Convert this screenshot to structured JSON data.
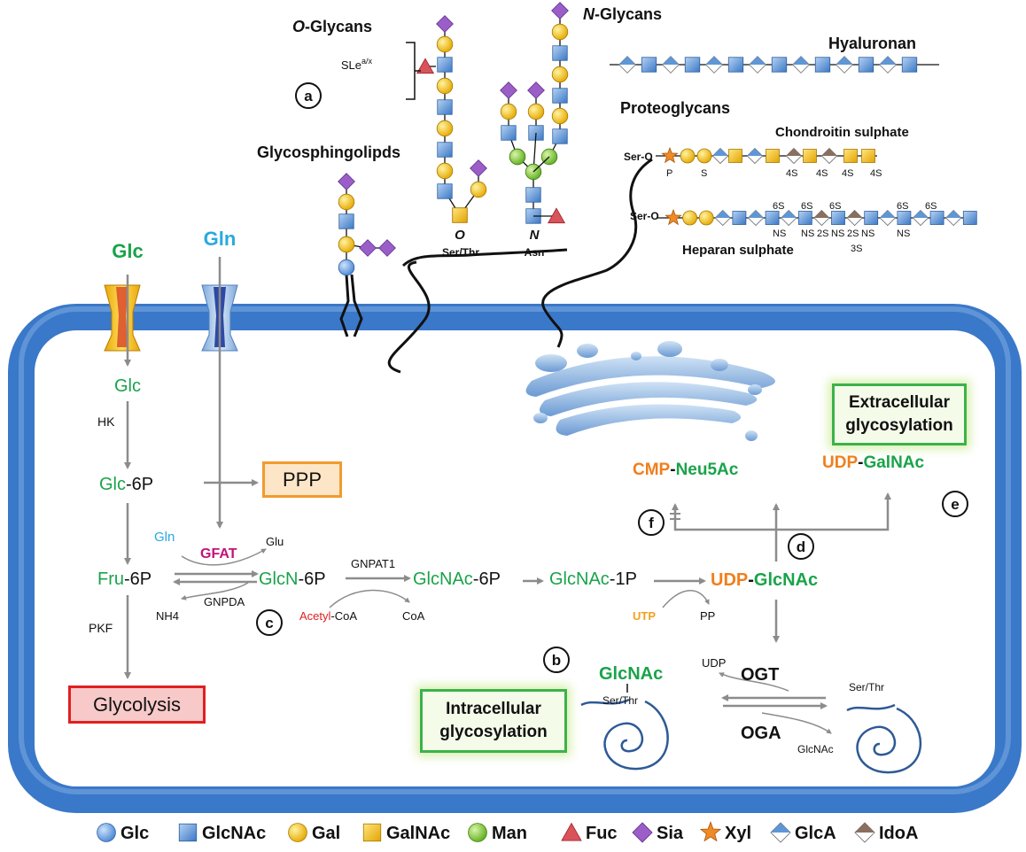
{
  "panels": {
    "a": "a",
    "b": "b",
    "c": "c",
    "d": "d",
    "e": "e",
    "f": "f"
  },
  "headings": {
    "o_glycans_italic": "O",
    "o_glycans_rest": "-Glycans",
    "n_glycans_italic": "N",
    "n_glycans_rest": "-Glycans",
    "glycosphingolipids": "Glycosphingolipds",
    "hyaluronan": "Hyaluronan",
    "proteoglycans": "Proteoglycans",
    "chondroitin": "Chondroitin sulphate",
    "heparan": "Heparan sulphate"
  },
  "sle": {
    "base": "SLe",
    "sup": "a/x"
  },
  "linkage": {
    "o_letter": "O",
    "ser_thr": "Ser/Thr",
    "n_letter": "N",
    "asn": "Asn",
    "ser_o_1": "Ser-O",
    "ser_o_2": "Ser-O"
  },
  "chondroitin_marks": [
    "P",
    "S",
    "4S",
    "4S",
    "4S",
    "4S"
  ],
  "heparan_marks": [
    "6S",
    "6S",
    "6S",
    "6S",
    "6S",
    "NS",
    "NS",
    "2S",
    "NS",
    "2S",
    "NS",
    "NS",
    "3S"
  ],
  "transport": {
    "glc_out": "Glc",
    "gln_out": "Gln"
  },
  "metabolites": {
    "glc": "Glc",
    "glc6p_a": "Glc",
    "glc6p_b": "-6P",
    "fru6p_a": "Fru",
    "fru6p_b": "-6P",
    "gln_in": "Gln",
    "glu": "Glu",
    "nh4": "NH4",
    "glcn6p_a": "GlcN",
    "glcn6p_b": "-6P",
    "acetylcoa_a": "Acetyl",
    "acetylcoa_b": "-CoA",
    "coa": "CoA",
    "glcnac6p_a": "GlcNAc",
    "glcnac6p_b": "-6P",
    "glcnac1p_a": "GlcNAc",
    "glcnac1p_b": "-1P",
    "utp": "UTP",
    "pp": "PP",
    "udpglcnac_udp": "UDP",
    "udpglcnac_glcnac": "GlcNAc",
    "cmp": "CMP",
    "neu5ac": "Neu5Ac",
    "udpgalnac_udp": "UDP",
    "udpgalnac_galnac": "GalNAc",
    "glcnac_top": "GlcNAc",
    "ser_thr_1": "Ser/Thr",
    "ser_thr_2": "Ser/Thr",
    "udp_small": "UDP",
    "glcnac_small": "GlcNAc"
  },
  "enzymes": {
    "hk": "HK",
    "pkf": "PKF",
    "gfat": "GFAT",
    "gnpda": "GNPDA",
    "gnpat1": "GNPAT1",
    "ogt": "OGT",
    "oga": "OGA"
  },
  "boxes": {
    "ppp": "PPP",
    "glycolysis": "Glycolysis",
    "intra_1": "Intracellular",
    "intra_2": "glycosylation",
    "extra_1": "Extracellular",
    "extra_2": "glycosylation"
  },
  "legend": [
    {
      "symbol": "circle-blue",
      "label": "Glc"
    },
    {
      "symbol": "square-blue",
      "label": "GlcNAc"
    },
    {
      "symbol": "circle-yellow",
      "label": "Gal"
    },
    {
      "symbol": "square-yellow",
      "label": "GalNAc"
    },
    {
      "symbol": "circle-green",
      "label": "Man"
    },
    {
      "symbol": "triangle-red",
      "label": "Fuc"
    },
    {
      "symbol": "diamond-purple",
      "label": "Sia"
    },
    {
      "symbol": "star-orange",
      "label": "Xyl"
    },
    {
      "symbol": "diamond-blue-white",
      "label": "GlcA"
    },
    {
      "symbol": "diamond-brown-white",
      "label": "IdoA"
    }
  ],
  "colors": {
    "membrane": "#3a78c9",
    "glc_green": "#1aa34a",
    "gln_blue": "#29a9e0",
    "ac_red": "#e02020",
    "udp_orange": "#f07f1c",
    "gfat_magenta": "#c2127a",
    "arrow_gray": "#8c8c8c"
  }
}
